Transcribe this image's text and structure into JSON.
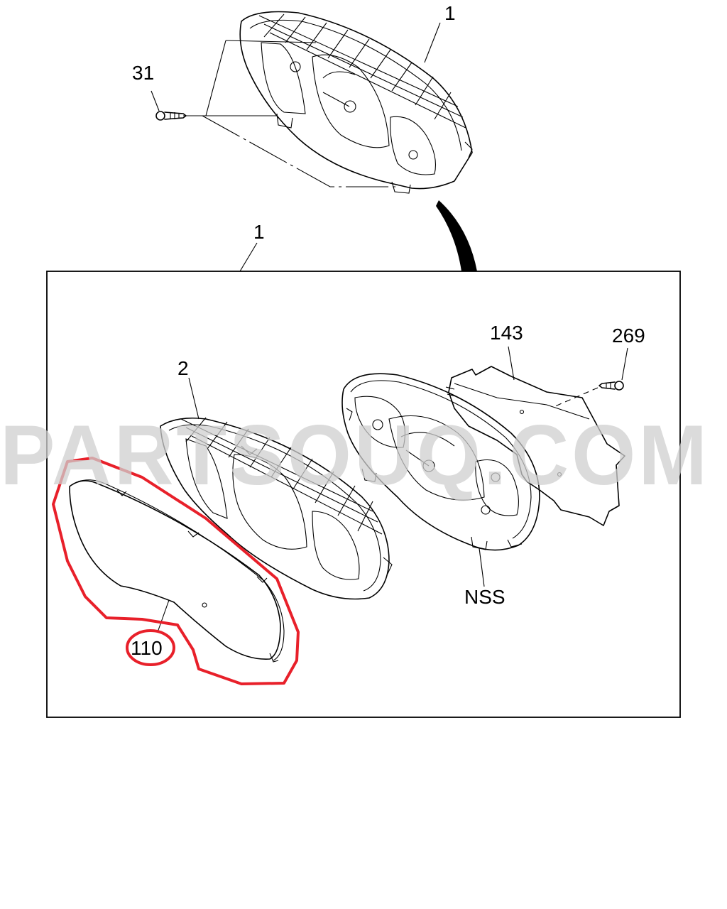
{
  "watermark": "PARTSOUQ.COM",
  "callouts": {
    "assembly_top": "1",
    "screw_top": "31",
    "assembly_box": "1",
    "bezel": "2",
    "circuit_board": "143",
    "screw_board": "269",
    "meter_case": "NSS",
    "lens": "110"
  },
  "colors": {
    "line": "#000000",
    "highlight": "#e8202a",
    "watermark": "#cfcfcf"
  }
}
